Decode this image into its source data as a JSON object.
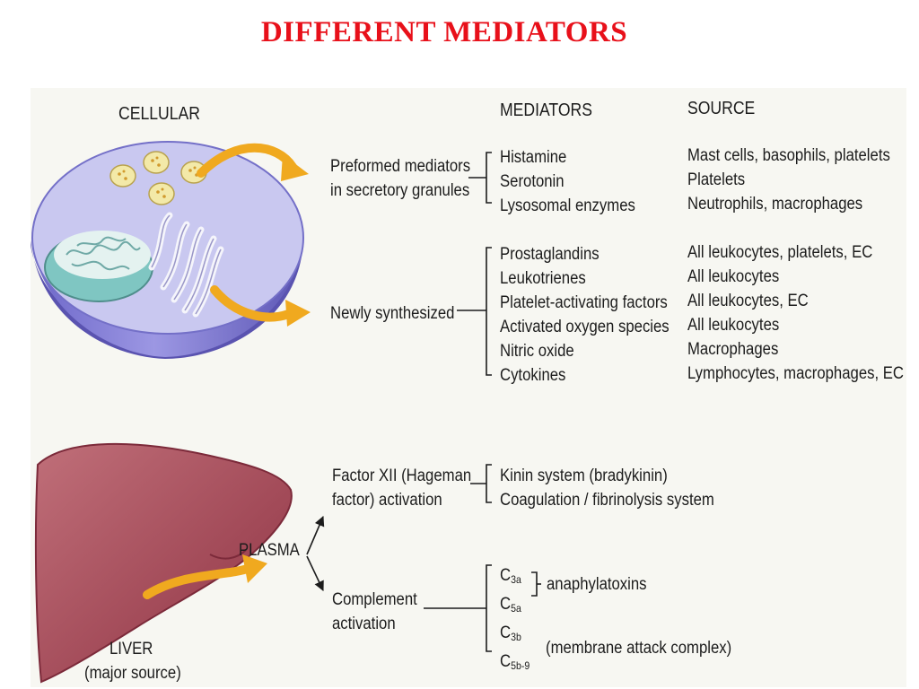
{
  "title": "DIFFERENT MEDIATORS",
  "diagram": {
    "cellular_label": "CELLULAR",
    "headers": {
      "mediators": "MEDIATORS",
      "source": "SOURCE"
    },
    "preformed": {
      "label_line1": "Preformed mediators",
      "label_line2": "in secretory granules",
      "mediators": [
        "Histamine",
        "Serotonin",
        "Lysosomal enzymes"
      ],
      "sources": [
        "Mast cells, basophils, platelets",
        "Platelets",
        "Neutrophils, macrophages"
      ]
    },
    "newly": {
      "label": "Newly synthesized",
      "mediators": [
        "Prostaglandins",
        "Leukotrienes",
        "Platelet-activating factors",
        "Activated oxygen species",
        "Nitric oxide",
        "Cytokines"
      ],
      "sources": [
        "All leukocytes, platelets, EC",
        "All leukocytes",
        "All leukocytes, EC",
        "All leukocytes",
        "Macrophages",
        "Lymphocytes, macrophages, EC"
      ]
    },
    "plasma_label": "PLASMA",
    "factor": {
      "label_line1": "Factor XII (Hageman",
      "label_line2": "factor) activation",
      "items": [
        "Kinin system (bradykinin)",
        "Coagulation / fibrinolysis system"
      ]
    },
    "complement": {
      "label_line1": "Complement",
      "label_line2": "activation",
      "items": [
        {
          "base": "C",
          "sub": "3a"
        },
        {
          "base": "C",
          "sub": "5a"
        },
        {
          "base": "C",
          "sub": "3b"
        },
        {
          "base": "C",
          "sub": "5b-9"
        }
      ],
      "anaphylatoxins": "anaphylatoxins",
      "mac": "(membrane attack complex)"
    },
    "liver_label": "LIVER",
    "liver_sub": "(major source)"
  }
}
